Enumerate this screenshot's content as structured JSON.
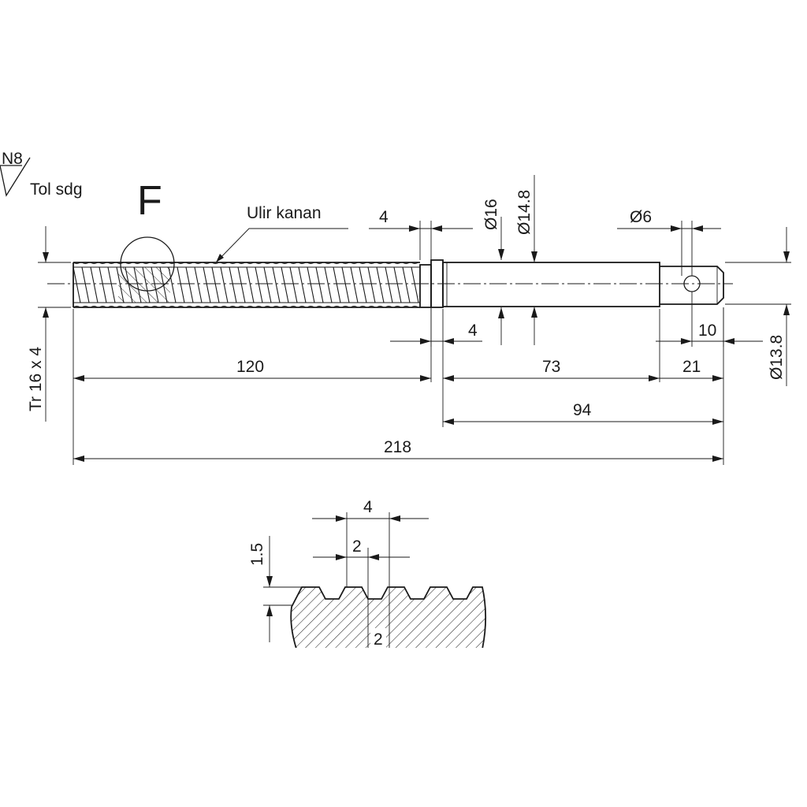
{
  "surface_finish": {
    "grade": "N8",
    "note": "Tol sdg"
  },
  "view_label": "F",
  "leader_note": "Ulir kanan",
  "thread_spec": "Tr 16 x 4",
  "dimensions": {
    "overall_length": "218",
    "thread_length": "120",
    "shaft_length": "73",
    "end_length": "21",
    "plain_length": "94",
    "collar_width_top": "4",
    "collar_width_bottom": "4",
    "hole_offset": "10",
    "dia_collar": "Ø16",
    "dia_shaft": "Ø14.8",
    "dia_hole": "Ø6",
    "dia_end": "Ø13.8"
  },
  "detail": {
    "pitch": "4",
    "crest_width": "2",
    "thread_depth": "1.5",
    "root_width": "2"
  }
}
